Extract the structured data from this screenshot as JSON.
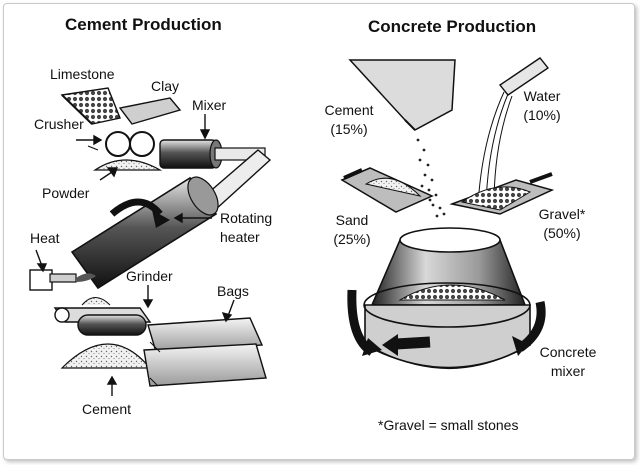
{
  "cement": {
    "title": "Cement Production",
    "labels": {
      "limestone": "Limestone",
      "clay": "Clay",
      "crusher": "Crusher",
      "mixer": "Mixer",
      "powder": "Powder",
      "rotating_heater_line1": "Rotating",
      "rotating_heater_line2": "heater",
      "heat": "Heat",
      "grinder": "Grinder",
      "bags": "Bags",
      "cement": "Cement"
    }
  },
  "concrete": {
    "title": "Concrete Production",
    "ingredients": [
      {
        "name": "Cement",
        "share": "(15%)"
      },
      {
        "name": "Water",
        "share": "(10%)"
      },
      {
        "name": "Sand",
        "share": "(25%)"
      },
      {
        "name": "Gravel*",
        "share": "(50%)"
      }
    ],
    "mixer_line1": "Concrete",
    "mixer_line2": "mixer",
    "footnote": "*Gravel = small stones"
  }
}
